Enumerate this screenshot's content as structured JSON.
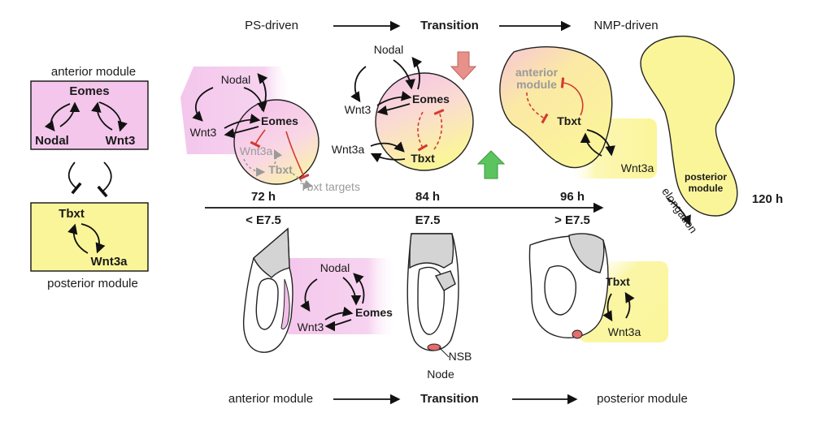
{
  "left_panel": {
    "anterior_title": "anterior module",
    "anterior_nodes": {
      "eomes": "Eomes",
      "nodal": "Nodal",
      "wnt3": "Wnt3"
    },
    "posterior_nodes": {
      "tbxt": "Tbxt",
      "wnt3a": "Wnt3a"
    },
    "posterior_title": "posterior module"
  },
  "top_flow": {
    "left": "PS-driven",
    "middle": "Transition",
    "right": "NMP-driven"
  },
  "bottom_flow": {
    "left": "anterior module",
    "middle": "Transition",
    "right": "posterior module"
  },
  "timeline": {
    "times": [
      "72 h",
      "84 h",
      "96 h"
    ],
    "stages": [
      "< E7.5",
      "E7.5",
      "> E7.5"
    ]
  },
  "stage1": {
    "nodal": "Nodal",
    "eomes": "Eomes",
    "wnt3": "Wnt3",
    "wnt3a": "Wnt3a",
    "tbxt": "Tbxt",
    "targets": "Tbxt targets"
  },
  "stage2": {
    "nodal": "Nodal",
    "eomes": "Eomes",
    "wnt3": "Wnt3",
    "wnt3a": "Wnt3a",
    "tbxt": "Tbxt"
  },
  "stage3": {
    "anterior_line1": "anterior",
    "anterior_line2": "module",
    "tbxt": "Tbxt",
    "wnt3a": "Wnt3a"
  },
  "stage4": {
    "posterior_line1": "posterior",
    "posterior_line2": "module",
    "time": "120 h",
    "elongation": "elongation"
  },
  "embryo1": {
    "nodal": "Nodal",
    "eomes": "Eomes",
    "wnt3": "Wnt3"
  },
  "embryo2": {
    "nsb": "NSB",
    "node": "Node"
  },
  "embryo3": {
    "tbxt": "Tbxt",
    "wnt3a": "Wnt3a"
  },
  "colors": {
    "anterior": "#f4c6ec",
    "posterior": "#fbf59a",
    "inhibition": "#d23a2f",
    "down_arrow": "#e8908a",
    "up_arrow": "#5cc45e"
  }
}
